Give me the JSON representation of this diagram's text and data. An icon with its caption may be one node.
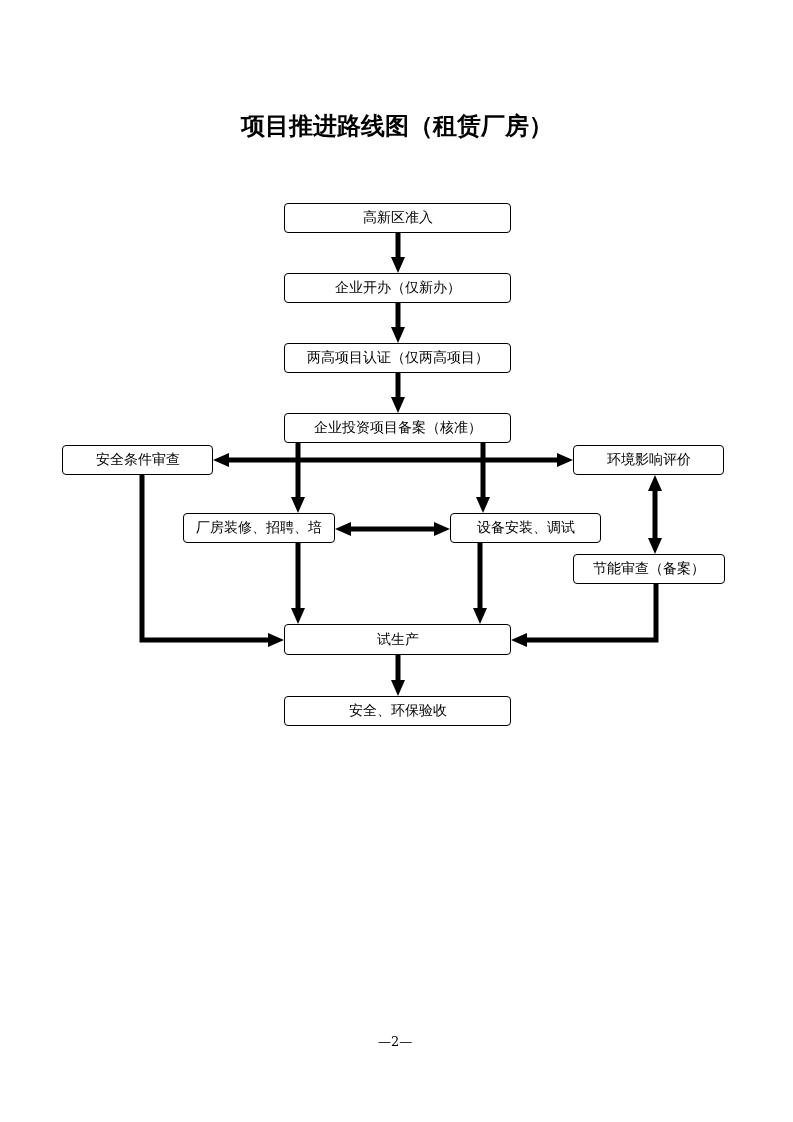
{
  "diagram": {
    "title": "项目推进路线图（租赁厂房）",
    "nodes": [
      {
        "text": [
          "高新区准入"
        ]
      },
      {
        "text": [
          "企业开办（仅新办）"
        ]
      },
      {
        "text": [
          "两高项目认证（仅两高项目）"
        ]
      },
      {
        "text": [
          "企业投资项目备案（核准）"
        ]
      },
      {
        "text": [
          "安全条件审查"
        ]
      },
      {
        "text": [
          "环境影响评价"
        ]
      },
      {
        "text": [
          "厂房装修、招聘、培"
        ]
      },
      {
        "text": [
          "设备安装、调试"
        ]
      },
      {
        "text": [
          "节能审查（备案）"
        ]
      },
      {
        "text": [
          "试生产"
        ]
      },
      {
        "text": [
          "安全、环保验收"
        ]
      }
    ],
    "edges": [
      {
        "from": 0,
        "to": 1,
        "arrow": "to"
      },
      {
        "from": 1,
        "to": 2,
        "arrow": "to"
      },
      {
        "from": 2,
        "to": 3,
        "arrow": "to"
      },
      {
        "from": 4,
        "to": 5,
        "arrow": "both"
      },
      {
        "from": 3,
        "to": 6,
        "arrow": "to"
      },
      {
        "from": 3,
        "to": 7,
        "arrow": "to"
      },
      {
        "from": 6,
        "to": 7,
        "arrow": "both"
      },
      {
        "from": 5,
        "to": 8,
        "arrow": "both"
      },
      {
        "from": 4,
        "to": 9,
        "arrow": "to"
      },
      {
        "from": 6,
        "to": 9,
        "arrow": "to"
      },
      {
        "from": 7,
        "to": 9,
        "arrow": "to"
      },
      {
        "from": 8,
        "to": 9,
        "arrow": "to"
      },
      {
        "from": 9,
        "to": 10,
        "arrow": "to"
      }
    ],
    "labels": [
      "—2—"
    ]
  }
}
